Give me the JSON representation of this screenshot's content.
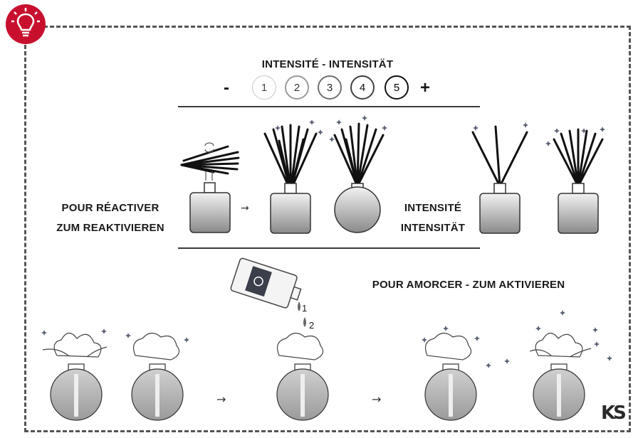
{
  "colors": {
    "badge_red": "#c8102e",
    "line": "#3a3a3a",
    "star": "#5a6173"
  },
  "icons": {
    "badge": "lightbulb-icon",
    "refill": "refill-bottle-icon",
    "logo": "ks-logo"
  },
  "intensity": {
    "title": "INTENSITÉ - INTENSITÄT",
    "minus": "-",
    "plus": "+",
    "levels": [
      "1",
      "2",
      "3",
      "4",
      "5"
    ]
  },
  "reactivate": {
    "line1": "POUR RÉACTIVER",
    "line2": "ZUM REAKTIVIEREN"
  },
  "side_intensity": {
    "line1": "INTENSITÉ",
    "line2": "INTENSITÄT"
  },
  "prime": {
    "label": "POUR AMORCER - ZUM AKTIVIEREN"
  },
  "drops": {
    "first": "1",
    "second": "2"
  },
  "logo_text": "KS"
}
